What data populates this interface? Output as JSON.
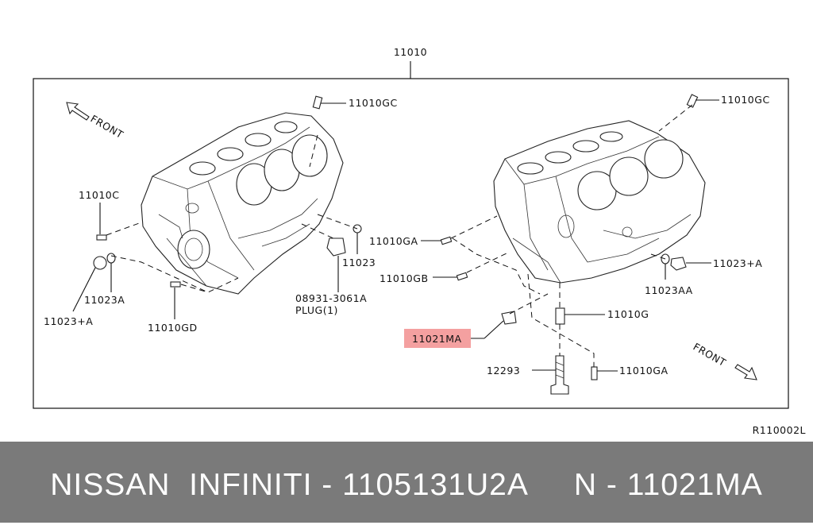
{
  "diagram": {
    "assembly_number": "11010",
    "front_label": "FRONT",
    "ref_code": "R110002L",
    "highlight_color": "#f4a0a0",
    "left_labels": {
      "gc": "11010GC",
      "c": "11010C",
      "plug_part": "08931-3061A",
      "plug_desc": "PLUG(1)",
      "plug_23": "11023",
      "a23": "11023A",
      "plus_a": "11023+A",
      "gd": "11010GD"
    },
    "right_labels": {
      "gc": "11010GC",
      "ga_top": "11010GA",
      "gb": "11010GB",
      "plus_a": "11023+A",
      "aa": "11023AA",
      "g": "11010G",
      "ma": "11021MA",
      "bolt": "12293",
      "ga_bottom": "11010GA"
    }
  },
  "footer": {
    "text": "NISSAN  INFINITI - 1105131U2A     N - 11021MA",
    "bg_color": "#7a7a7a"
  }
}
